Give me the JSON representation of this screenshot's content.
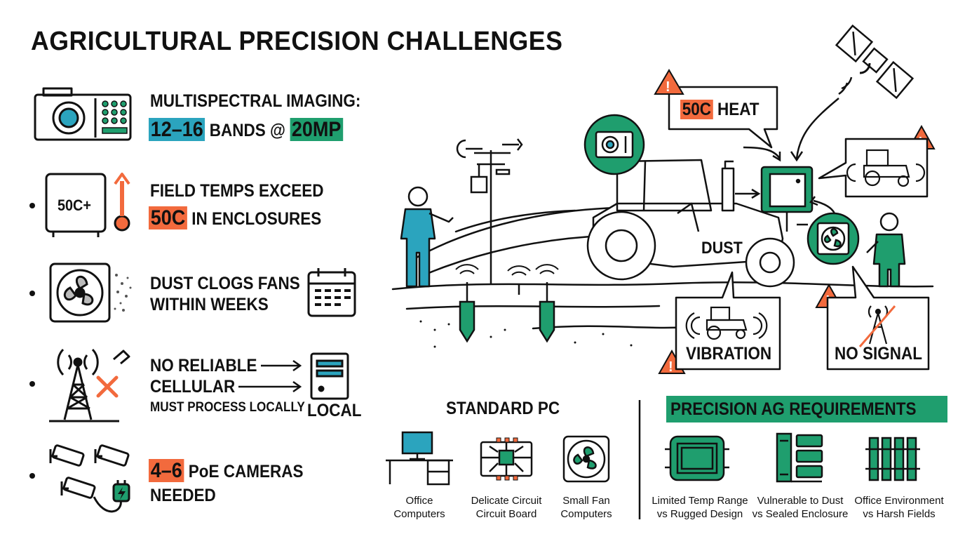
{
  "title": "AGRICULTURAL PRECISION CHALLENGES",
  "colors": {
    "teal": "#2ba4be",
    "green": "#1f9e6e",
    "orange": "#f26a3d",
    "ink": "#111111"
  },
  "left_items": [
    {
      "line1": "MULTISPECTRAL IMAGING:",
      "hl1": "12–16",
      "mid": " BANDS @ ",
      "hl2": "20MP",
      "icon": "multispectral-camera-icon"
    },
    {
      "line1": "FIELD TEMPS EXCEED",
      "hl": "50C",
      "rest": " IN ENCLOSURES",
      "enclosure_label": "50C+",
      "icon": "hot-enclosure-icon"
    },
    {
      "line1": "DUST CLOGS FANS",
      "line2": "WITHIN WEEKS",
      "icon": "dusty-fan-icon"
    },
    {
      "line1": "NO RELIABLE",
      "line2": "CELLULAR",
      "line3": "MUST PROCESS LOCALLY",
      "side_label": "LOCAL",
      "icon": "no-cell-tower-icon"
    },
    {
      "hl": "4–6",
      "rest": " PoE CAMERAS",
      "line2": "NEEDED",
      "icon": "poe-cameras-icon"
    }
  ],
  "scene": {
    "heat_label_hl": "50C",
    "heat_label_rest": " HEAT",
    "dust_label": "DUST",
    "vibration_label": "VIBRATION",
    "no_signal_label": "NO SIGNAL"
  },
  "standard_pc": {
    "heading": "STANDARD PC",
    "items": [
      {
        "line1": "Office",
        "line2": "Computers",
        "icon": "office-desk-icon"
      },
      {
        "line1": "Delicate Circuit",
        "line2": "Circuit Board",
        "icon": "circuit-board-icon"
      },
      {
        "line1": "Small Fan",
        "line2": "Computers",
        "icon": "small-fan-icon"
      }
    ]
  },
  "precision_ag": {
    "heading": "PRECISION AG REQUIREMENTS",
    "items": [
      {
        "line1": "Limited Temp Range",
        "line2": "vs Rugged Design",
        "icon": "rugged-device-icon"
      },
      {
        "line1": "Vulnerable to Dust",
        "line2": "vs Sealed Enclosure",
        "icon": "sealed-enclosure-icon"
      },
      {
        "line1": "Office Environment",
        "line2": "vs Harsh Fields",
        "icon": "harsh-fields-icon"
      }
    ]
  }
}
